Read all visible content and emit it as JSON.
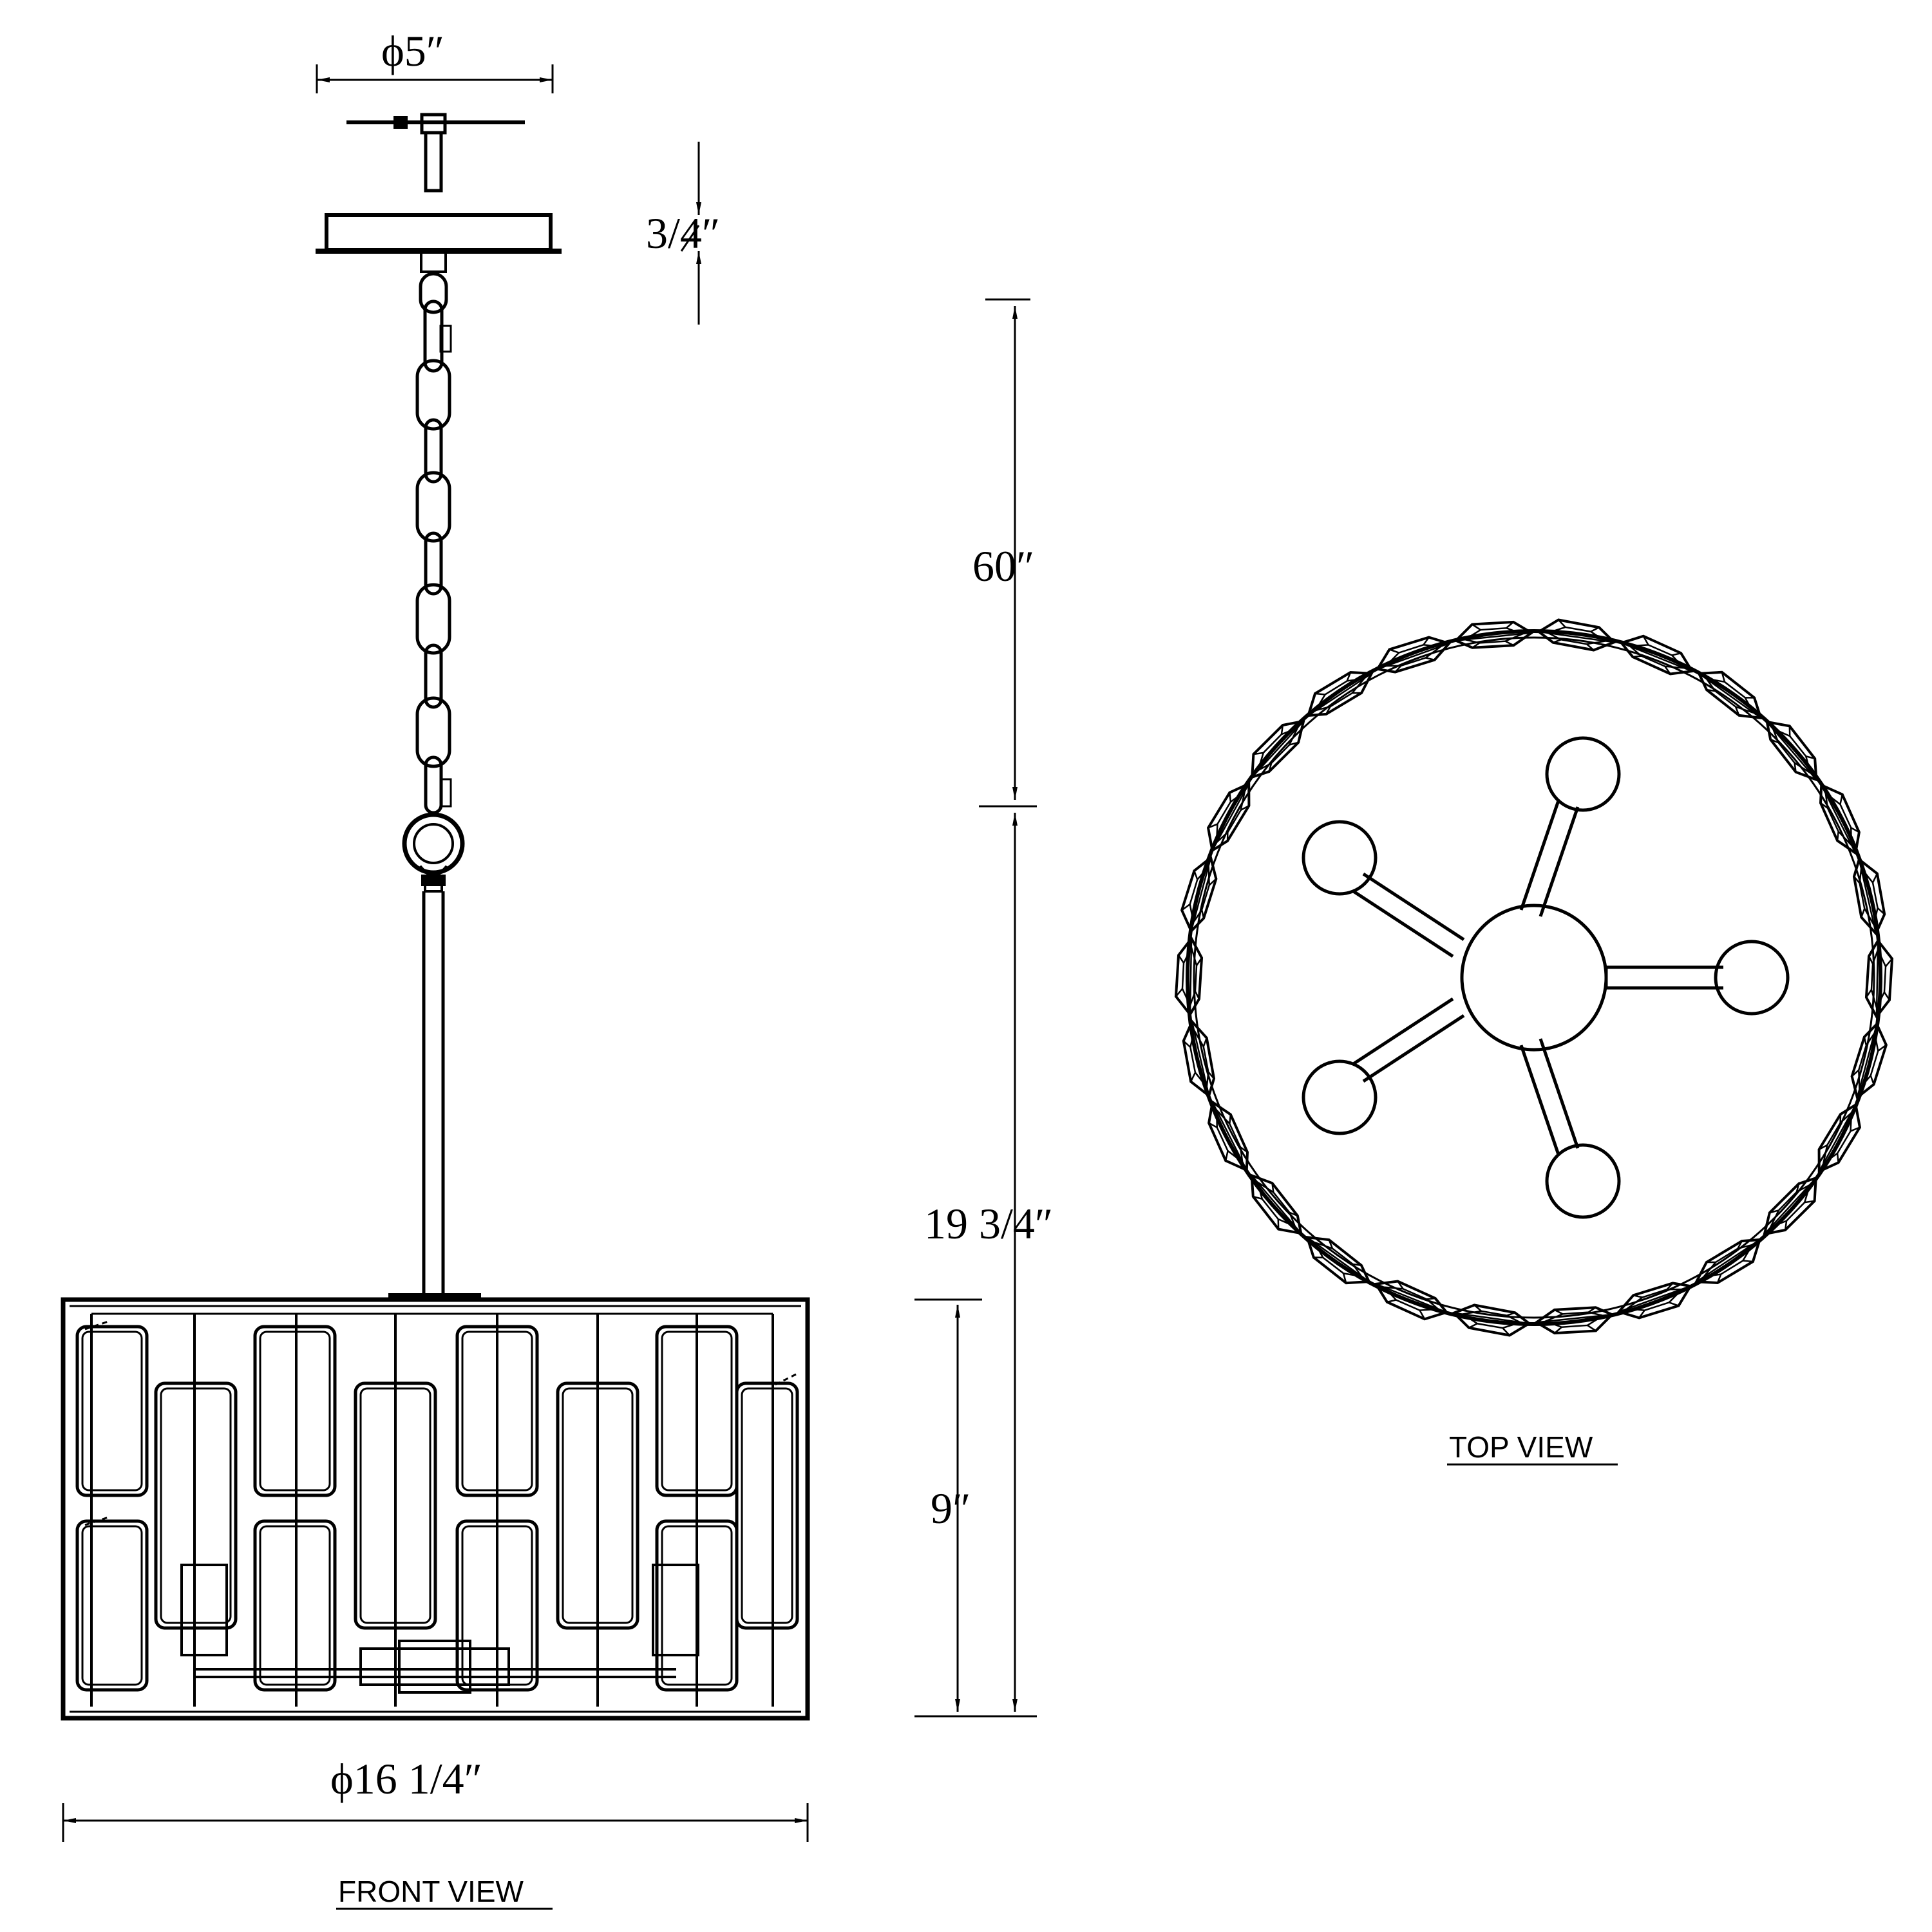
{
  "dimensions": {
    "canopy_diameter": "ϕ5″",
    "canopy_height": "3/4″",
    "chain_length": "60″",
    "overall_height": "19 3/4″",
    "shade_height": "9″",
    "shade_diameter": "ϕ16 1/4″"
  },
  "views": {
    "front": "FRONT VIEW",
    "top": "TOP VIEW"
  },
  "colors": {
    "line": "#000000",
    "background": "#ffffff"
  }
}
